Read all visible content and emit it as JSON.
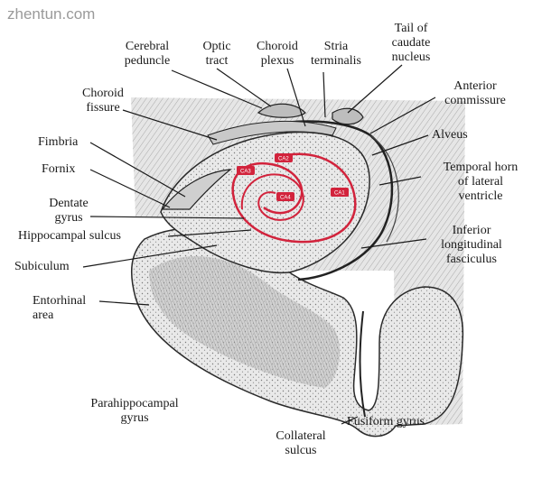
{
  "watermark": "zhentun.com",
  "labels": {
    "cerebral_peduncle": [
      "Cerebral",
      "peduncle"
    ],
    "optic_tract": [
      "Optic",
      "tract"
    ],
    "choroid_plexus": [
      "Choroid",
      "plexus"
    ],
    "stria_terminalis": [
      "Stria",
      "terminalis"
    ],
    "tail_caudate": [
      "Tail of",
      "caudate",
      "nucleus"
    ],
    "anterior_commissure": [
      "Anterior",
      "commissure"
    ],
    "choroid_fissure": [
      "Choroid",
      "fissure"
    ],
    "alveus": "Alveus",
    "fimbria": "Fimbria",
    "fornix": "Fornix",
    "temporal_horn": [
      "Temporal horn",
      "of lateral",
      "ventricle"
    ],
    "dentate_gyrus": [
      "Dentate",
      "gyrus"
    ],
    "hippocampal_sulcus": "Hippocampal sulcus",
    "inferior_longitudinal": [
      "Inferior",
      "longitudinal",
      "fasciculus"
    ],
    "subiculum": "Subiculum",
    "entorhinal_area": [
      "Entorhinal",
      "area"
    ],
    "parahippocampal_gyrus": [
      "Parahippocampal",
      "gyrus"
    ],
    "collateral_sulcus": [
      "Collateral",
      "sulcus"
    ],
    "fusiform_gyrus": "Fusiform gyrus"
  },
  "regions": {
    "ca1": "CA1",
    "ca2": "CA2",
    "ca3": "CA3",
    "ca4": "CA4"
  },
  "colors": {
    "ink": "#1a1a1a",
    "tissue": "#d9d9d9",
    "tissue_dark": "#9c9c9c",
    "highlight": "#d2233c"
  }
}
